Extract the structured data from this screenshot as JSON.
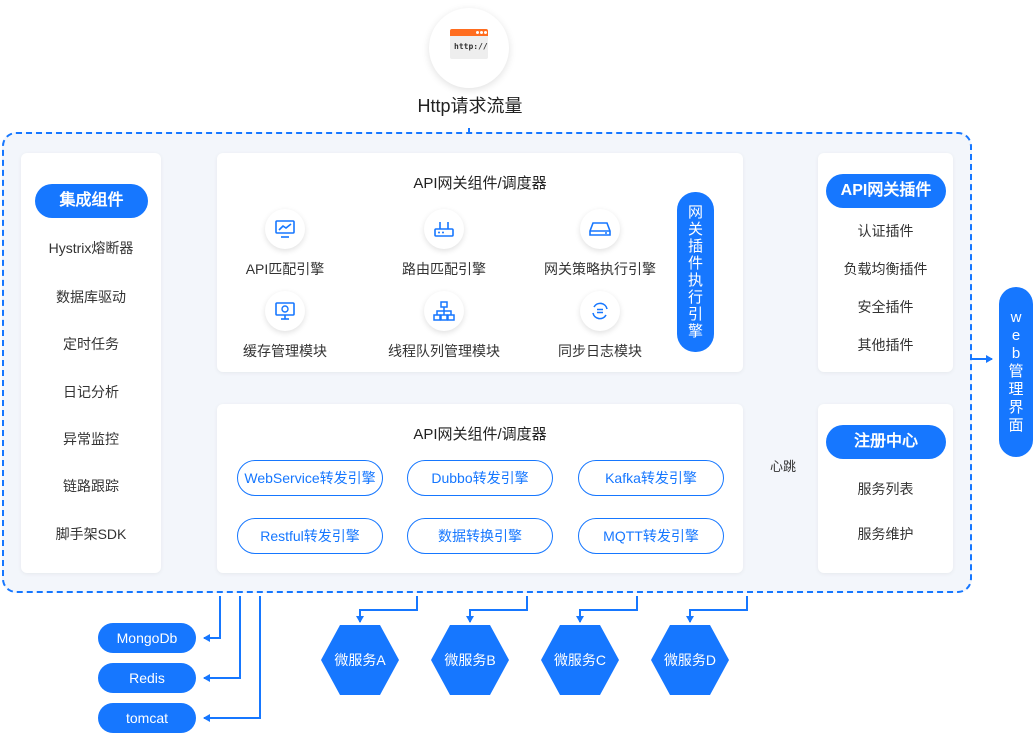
{
  "entry": {
    "browser_text": "http://",
    "label": "Http请求流量"
  },
  "integration": {
    "title": "集成组件",
    "items": [
      "Hystrix熔断器",
      "数据库驱动",
      "定时任务",
      "日记分析",
      "异常监控",
      "链路跟踪",
      "脚手架SDK"
    ]
  },
  "gateway_top": {
    "title": "API网关组件/调度器",
    "modules": [
      {
        "label": "API匹配引擎",
        "icon": "monitor-chart-icon"
      },
      {
        "label": "路由匹配引擎",
        "icon": "router-icon"
      },
      {
        "label": "网关策略执行引擎",
        "icon": "hard-drive-icon"
      },
      {
        "label": "缓存管理模块",
        "icon": "cache-monitor-icon"
      },
      {
        "label": "线程队列管理模块",
        "icon": "network-tree-icon"
      },
      {
        "label": "同步日志模块",
        "icon": "sync-log-icon"
      }
    ],
    "plugin_engine": "网关插件执行引擎"
  },
  "gateway_bottom": {
    "title": "API网关组件/调度器",
    "engines": [
      "WebService转发引擎",
      "Dubbo转发引擎",
      "Kafka转发引擎",
      "Restful转发引擎",
      "数据转换引擎",
      "MQTT转发引擎"
    ]
  },
  "plugins": {
    "title": "API网关插件",
    "items": [
      "认证插件",
      "负载均衡插件",
      "安全插件",
      "其他插件"
    ]
  },
  "registry": {
    "title": "注册中心",
    "heartbeat": "心跳",
    "items": [
      "服务列表",
      "服务维护"
    ]
  },
  "web_admin": "web管理界面",
  "stores": [
    "MongoDb",
    "Redis",
    "tomcat"
  ],
  "microservices": [
    "微服务A",
    "微服务B",
    "微服务C",
    "微服务D"
  ],
  "colors": {
    "accent": "#1677ff",
    "browser_bar": "#ff6d1f",
    "background": "#f3f6fb"
  }
}
